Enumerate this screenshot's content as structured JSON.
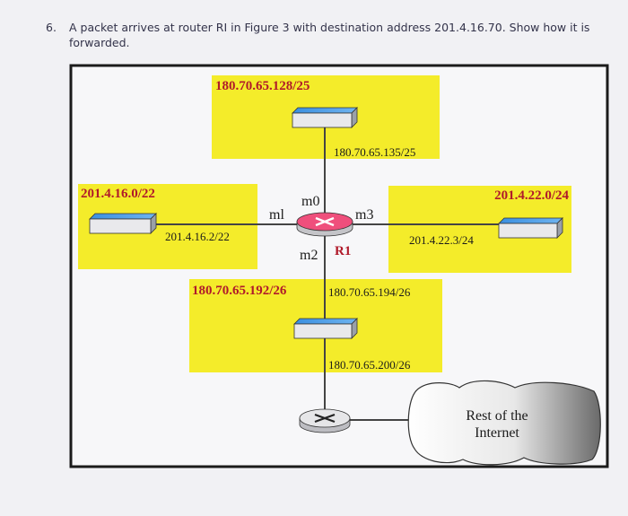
{
  "question": {
    "number": "6.",
    "text": "A packet arrives at router RI in Figure 3 with destination address 201.4.16.70. Show how it is forwarded."
  },
  "figure": {
    "networks": {
      "top": "180.70.65.128/25",
      "left": "201.4.16.0/22",
      "right": "201.4.22.0/24",
      "bottom": "180.70.65.192/26"
    },
    "interfaces": {
      "m0": "m0",
      "m1": "ml",
      "m2": "m2",
      "m3": "m3"
    },
    "router_label": "R1",
    "addresses": {
      "top": "180.70.65.135/25",
      "left": "201.4.16.2/22",
      "right": "201.4.22.3/24",
      "bottom": "180.70.65.194/26",
      "bottom_switch": "180.70.65.200/26"
    },
    "cloud_line1": "Rest of the",
    "cloud_line2": "Internet"
  },
  "colors": {
    "lan_fill": "#f4ec2a",
    "router_fill": "#ef4f7c",
    "net_label": "#b01a2a",
    "border": "#1b1b1b"
  }
}
